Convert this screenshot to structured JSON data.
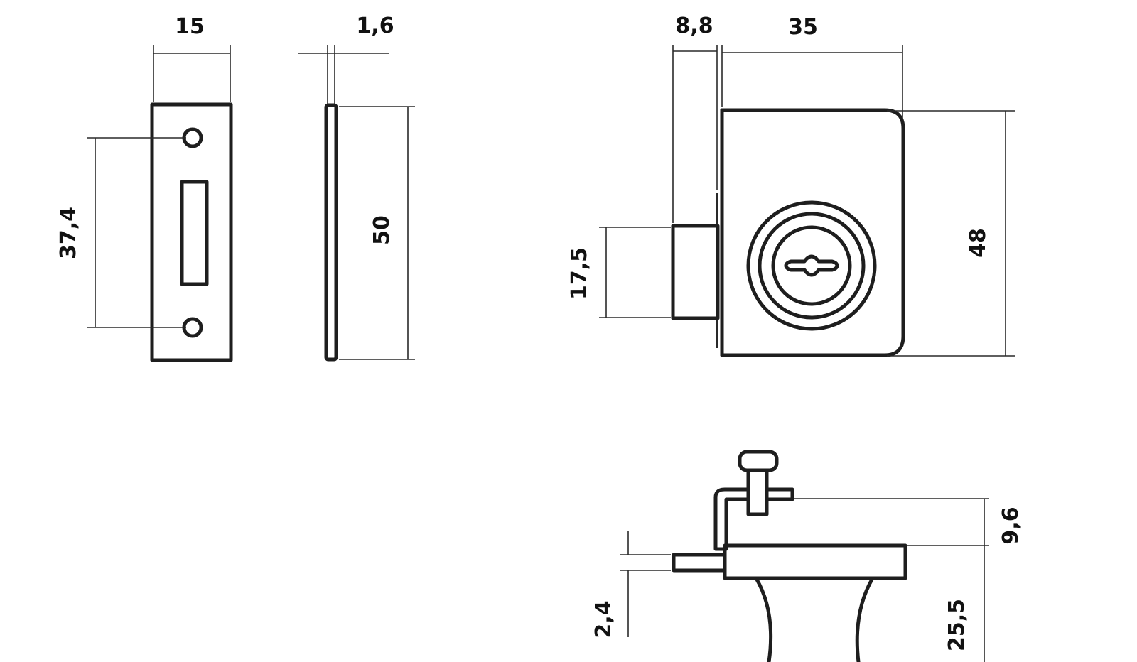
{
  "colors": {
    "line": "#1e1e1e",
    "background": "#ffffff"
  },
  "views": {
    "strike_plate_front": {
      "dim_width": "15",
      "dim_hole_spacing": "37,4"
    },
    "strike_plate_side": {
      "dim_thickness": "1,6",
      "dim_height": "50"
    },
    "lock_front": {
      "dim_bolt_depth": "8,8",
      "dim_body_width": "35",
      "dim_body_height": "48",
      "dim_bolt_height": "17,5"
    },
    "lock_side": {
      "dim_clamp_height": "9,6",
      "dim_plate_thickness": "2,4",
      "dim_body_depth": "25,5"
    }
  }
}
